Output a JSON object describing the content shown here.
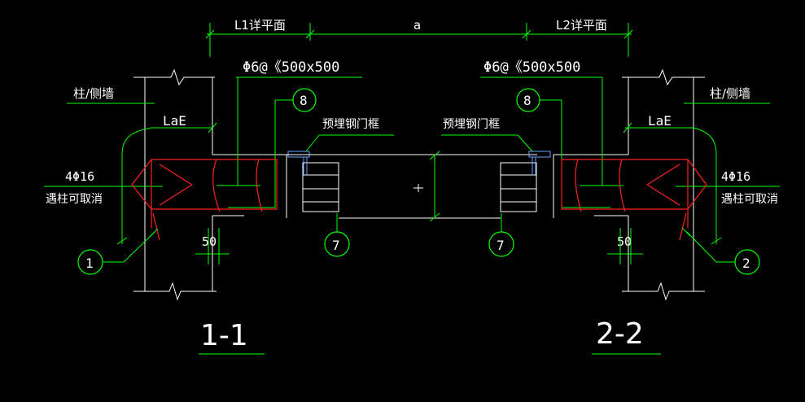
{
  "dimensions": {
    "l1_detail": "L1详平面",
    "a": "a",
    "l2_detail": "L2详平面",
    "lae_left": "LaE",
    "lae_right": "LaE",
    "fifty_left": "50",
    "fifty_right": "50"
  },
  "labels": {
    "stirrup_left": "Φ6@《500x500",
    "stirrup_right": "Φ6@《500x500",
    "column_wall_left": "柱/侧墙",
    "column_wall_right": "柱/侧墙",
    "embedded_frame_left": "预埋钢门框",
    "embedded_frame_right": "预埋钢门框",
    "rebar_left": "4Φ16",
    "rebar_right": "4Φ16",
    "optional_left": "遇柱可取消",
    "optional_right": "遇柱可取消"
  },
  "callouts": {
    "c1": "1",
    "c2": "2",
    "c7_left": "7",
    "c7_right": "7",
    "c8_left": "8",
    "c8_right": "8"
  },
  "sections": {
    "left": "1-1",
    "right": "2-2"
  },
  "colors": {
    "background": "#000000",
    "leader": "#00ff00",
    "outline": "#ffffff",
    "rebar": "#ff2020",
    "steel_frame": "#6aa0ff"
  }
}
